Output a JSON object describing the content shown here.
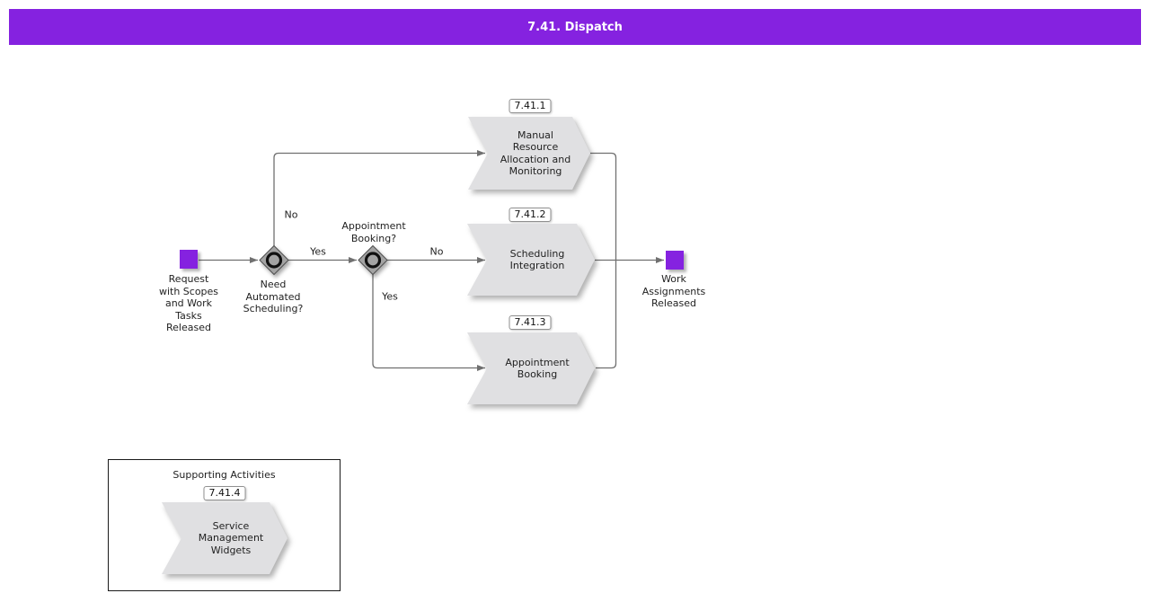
{
  "colors": {
    "accent": "#8522E0",
    "shape": "#E0E0E2",
    "line": "#707070",
    "diamond": "#A3A3A3",
    "border": "#909090",
    "text": "#1F1F1F"
  },
  "header": {
    "title": "7.41. Dispatch"
  },
  "flow": {
    "start": {
      "label": "Request\nwith Scopes\nand Work\nTasks\nReleased"
    },
    "end": {
      "label": "Work\nAssignments\nReleased"
    },
    "decisions": [
      {
        "label": "Need\nAutomated\nScheduling?"
      },
      {
        "label": "Appointment\nBooking?"
      }
    ],
    "tasks": [
      {
        "id": "7.41.1",
        "label": "Manual\nResource\nAllocation and\nMonitoring"
      },
      {
        "id": "7.41.2",
        "label": "Scheduling\nIntegration"
      },
      {
        "id": "7.41.3",
        "label": "Appointment\nBooking"
      }
    ],
    "edge_labels": {
      "decision1_no": "No",
      "decision1_yes": "Yes",
      "decision2_no": "No",
      "decision2_yes": "Yes"
    }
  },
  "supporting": {
    "title": "Supporting Activities",
    "task": {
      "id": "7.41.4",
      "label": "Service\nManagement\nWidgets"
    }
  }
}
